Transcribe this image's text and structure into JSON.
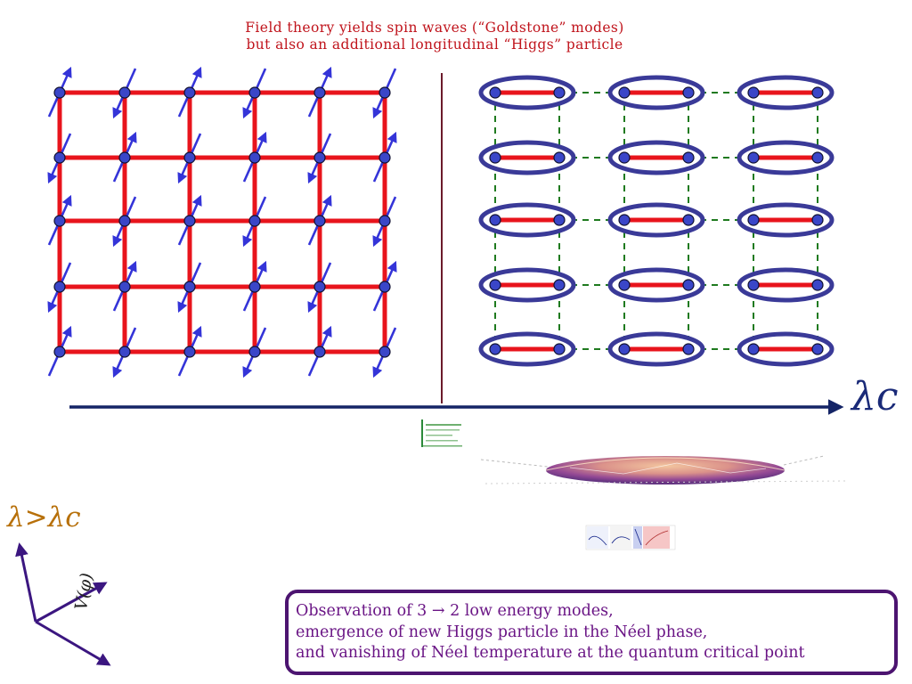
{
  "slide": {
    "title_line_1": "Field theory yields spin waves (“Goldstone” modes)",
    "title_line_2": "but also an additional longitudinal “Higgs” particle",
    "axis_label": "λc",
    "phase_label": "λ>λc",
    "potential_label": "V(φ)",
    "callout": {
      "line_1": "Observation of 3 → 2 low energy modes,",
      "line_2": "emergence of new Higgs particle in the Néel phase,",
      "line_3": "and vanishing of Néel temperature at the quantum critical point"
    }
  },
  "colors": {
    "bond_red": "#e8141c",
    "site_blue": "#3a46c8",
    "spin_arrow": "#3434d8",
    "dimer_ellipse": "#3a3a98",
    "dashed_green": "#1f7a1f",
    "axis_navy": "#142466",
    "divider": "#6b1a2a",
    "title_red": "#c0141c",
    "callout_border": "#4c1470",
    "callout_text": "#6a1585",
    "lambda_orange": "#b7700a"
  }
}
